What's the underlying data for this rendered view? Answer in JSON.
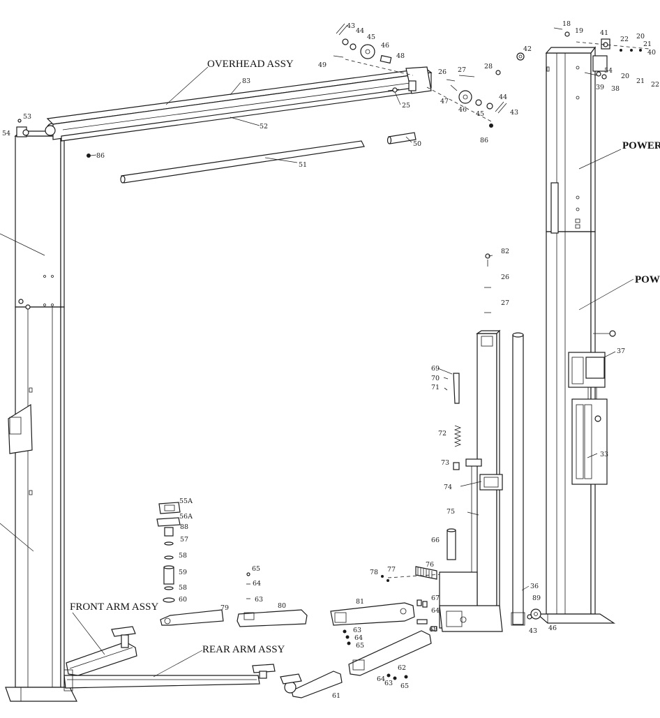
{
  "assembly_labels": {
    "overhead": "OVERHEAD ASSY",
    "power_upper": "POWER",
    "power_lower": "POWE",
    "front_arm": "FRONT ARM ASSY",
    "rear_arm": "REAR ARM ASSY"
  },
  "callouts": [
    "43",
    "44",
    "45",
    "46",
    "48",
    "49",
    "83",
    "25",
    "26",
    "27",
    "28",
    "47",
    "46",
    "45",
    "44",
    "43",
    "86",
    "52",
    "50",
    "51",
    "53",
    "54",
    "86",
    "18",
    "19",
    "41",
    "22",
    "20",
    "21",
    "40",
    "42",
    "54",
    "20",
    "21",
    "22",
    "39",
    "38",
    "82",
    "26",
    "27",
    "69",
    "70",
    "71",
    "72",
    "73",
    "74",
    "75",
    "66",
    "76",
    "77",
    "78",
    "67",
    "64",
    "68",
    "36",
    "89",
    "46",
    "43",
    "37",
    "33",
    "55A",
    "56A",
    "88",
    "57",
    "58",
    "59",
    "58",
    "60",
    "65",
    "64",
    "63",
    "79",
    "80",
    "81",
    "63",
    "64",
    "65",
    "62",
    "64",
    "63",
    "65",
    "61"
  ],
  "colors": {
    "line": "#1a1a1a",
    "background": "#ffffff"
  }
}
